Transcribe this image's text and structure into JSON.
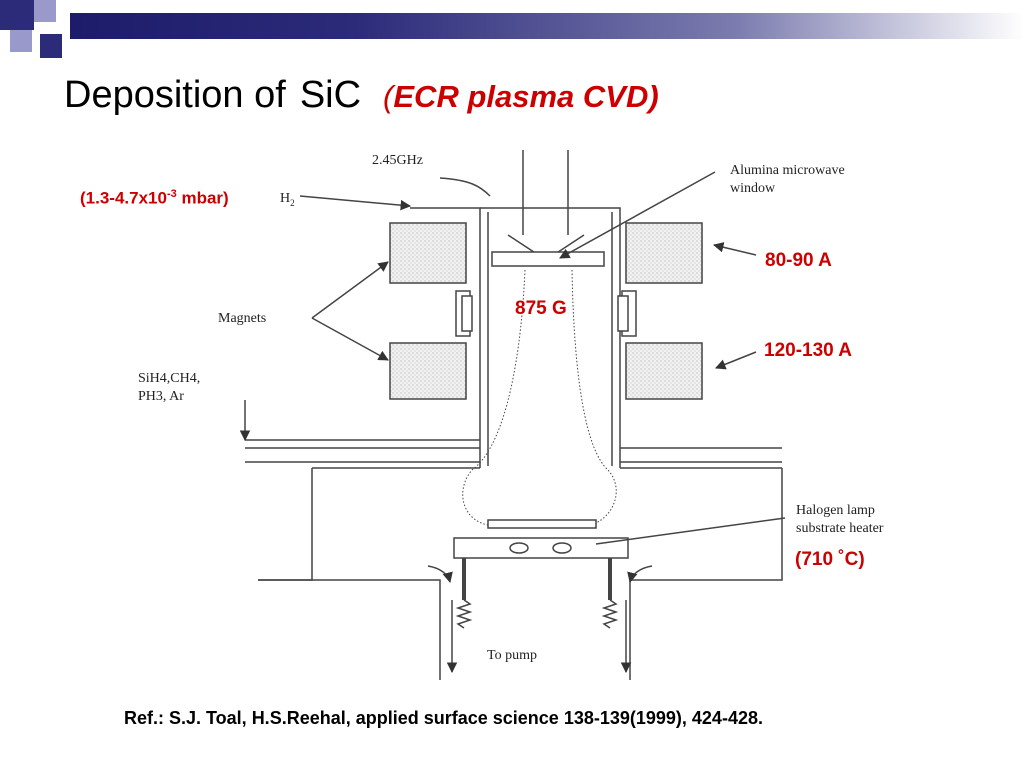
{
  "slide": {
    "title_main": "Deposition of",
    "title_formula": "SiC",
    "title_method_open": "(",
    "title_method": "ECR plasma CVD)",
    "reference": "Ref.: S.J. Toal, H.S.Reehal,  applied surface science 138-139(1999), 424-428."
  },
  "annotations": {
    "pressure_prefix": "(1.3-4.7x10",
    "pressure_exp": "-3",
    "pressure_suffix": " mbar)",
    "upper_current": "80-90 A",
    "field": "875 G",
    "lower_current": "120-130 A",
    "temperature": "(710 ˚C)"
  },
  "figure": {
    "microwave": "2.45GHz",
    "gas_h2": "H",
    "gas_h2_sub": "2",
    "alumina_line1": "Alumina microwave",
    "alumina_line2": "window",
    "magnets": "Magnets",
    "precursors_line1": "SiH4,CH4,",
    "precursors_line2": "PH3, Ar",
    "heater_line1": "Halogen lamp",
    "heater_line2": "substrate heater",
    "pump": "To pump"
  },
  "colors": {
    "accent_red": "#cc0000",
    "title_bar_dark": "#1c1c6b",
    "deco_square": "#2b2b7a",
    "deco_square_light": "#9999cc"
  }
}
